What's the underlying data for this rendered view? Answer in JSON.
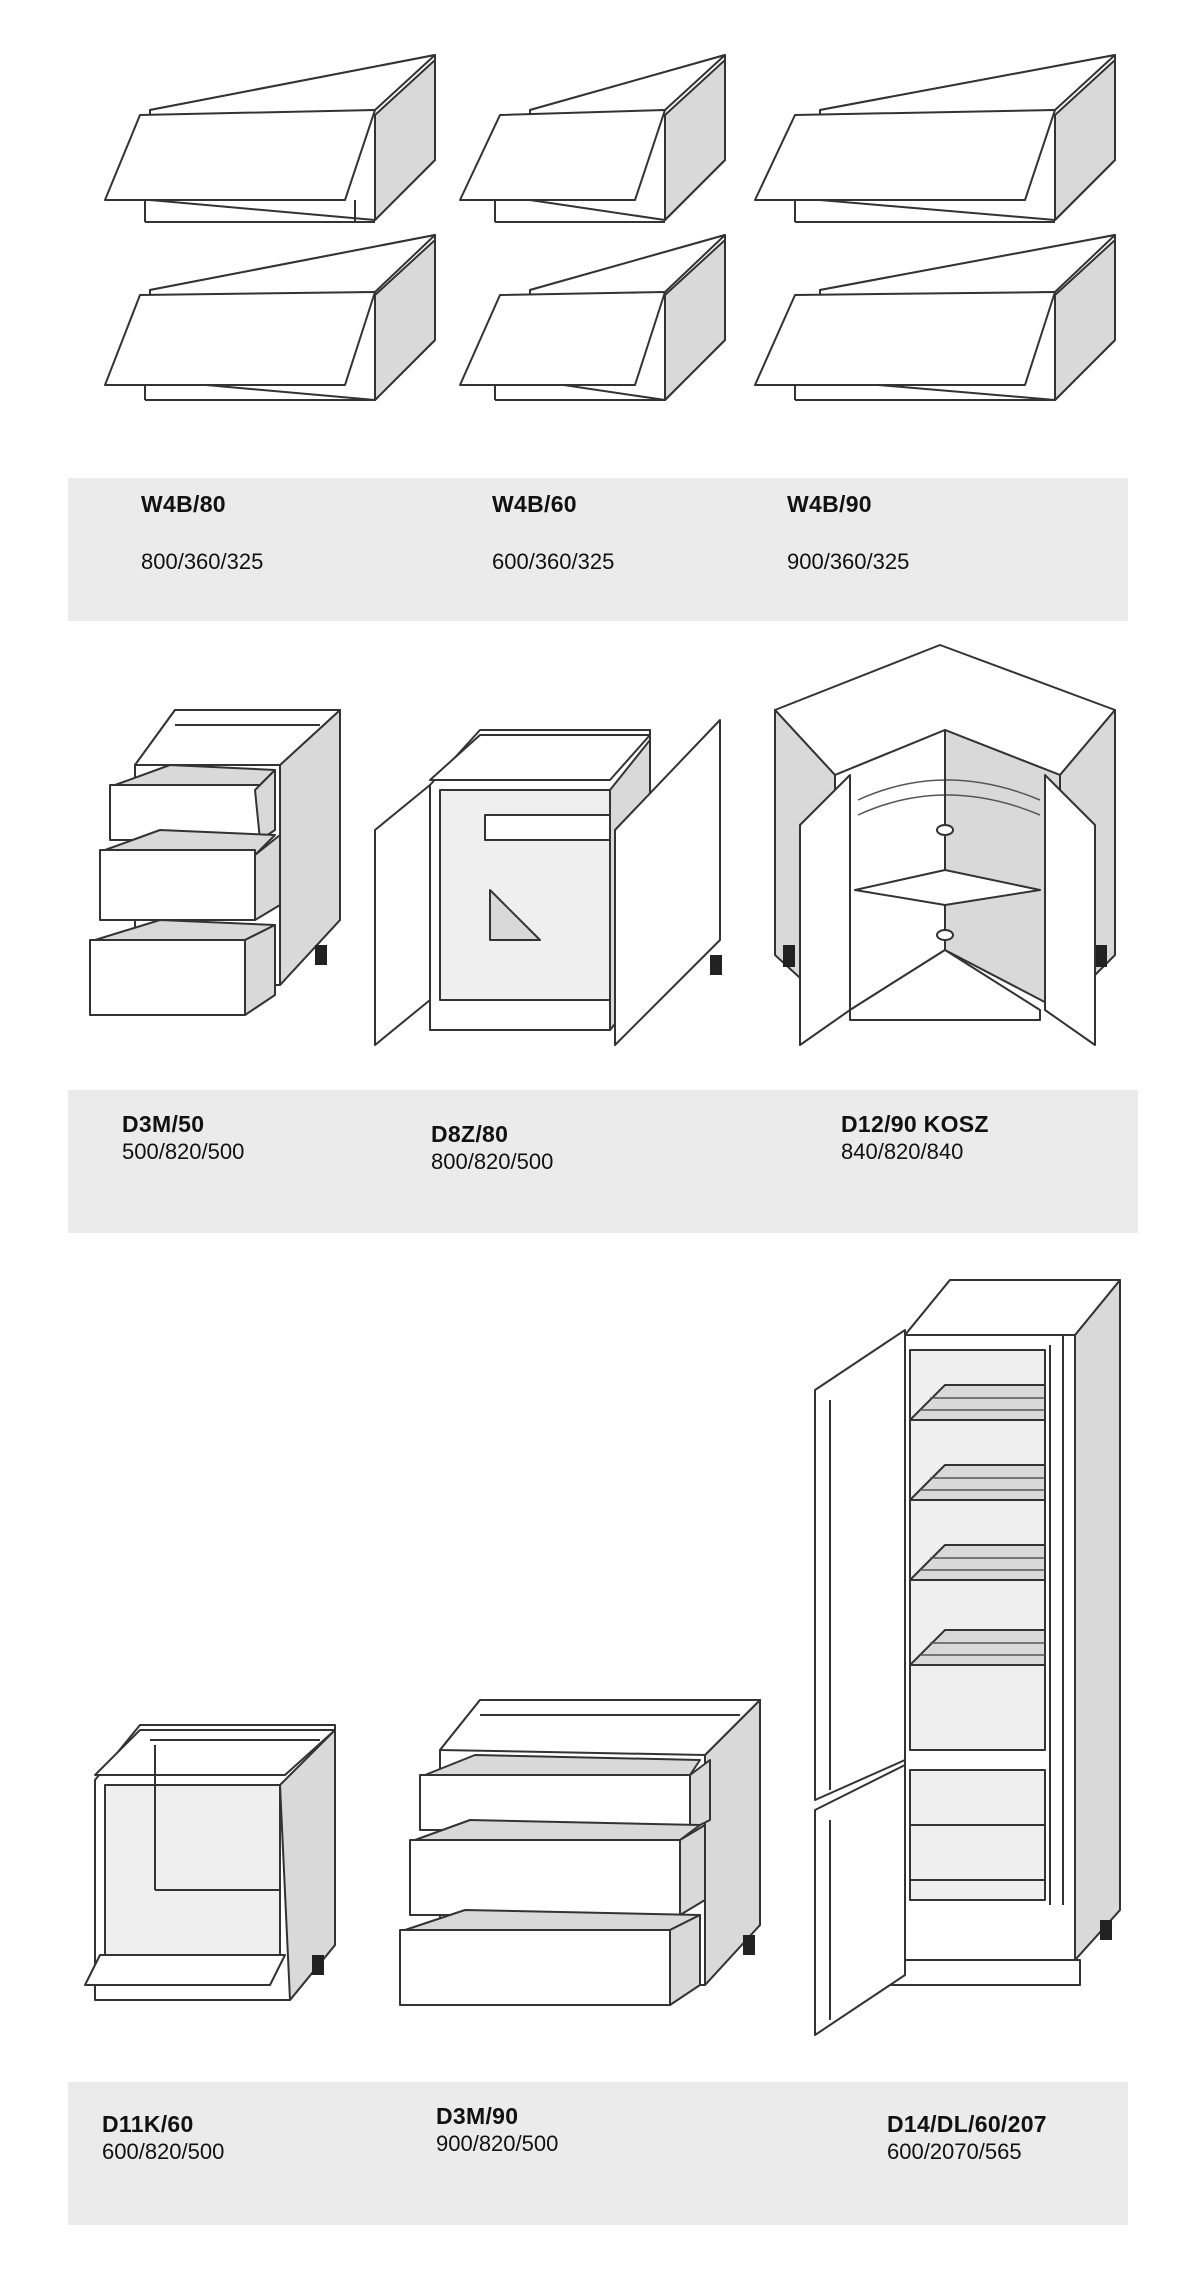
{
  "rows": [
    {
      "items": [
        {
          "code": "W4B/80",
          "dims": "800/360/325"
        },
        {
          "code": "W4B/60",
          "dims": "600/360/325"
        },
        {
          "code": "W4B/90",
          "dims": "900/360/325"
        }
      ]
    },
    {
      "items": [
        {
          "code": "D3M/50",
          "dims": "500/820/500"
        },
        {
          "code": "D8Z/80",
          "dims": "800/820/500"
        },
        {
          "code": "D12/90 KOSZ",
          "dims": "840/820/840"
        }
      ]
    },
    {
      "items": [
        {
          "code": "D11K/60",
          "dims": "600/820/500"
        },
        {
          "code": "D3M/90",
          "dims": "900/820/500"
        },
        {
          "code": "D14/DL/60/207",
          "dims": "600/2070/565"
        }
      ]
    }
  ]
}
